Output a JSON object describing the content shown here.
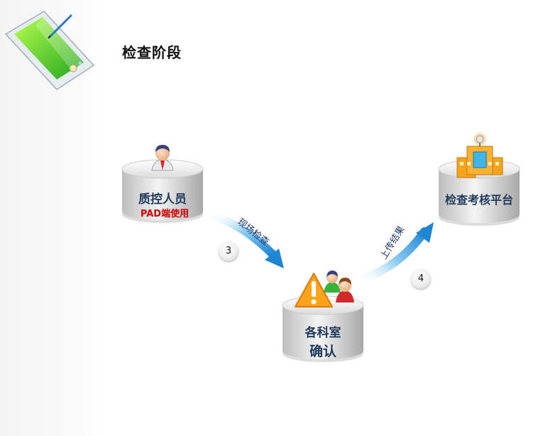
{
  "page": {
    "title": "检查阶段"
  },
  "nodes": {
    "qc_staff": {
      "label": "质控人员",
      "sublabel": "PAD端使用",
      "sublabel_color": "#cc0000"
    },
    "departments": {
      "label": "各科室",
      "sublabel": "确认"
    },
    "platform": {
      "label": "检查考核平台"
    }
  },
  "flows": [
    {
      "label": "现场检查",
      "step": "3"
    },
    {
      "label": "上传结果",
      "step": "4"
    }
  ],
  "colors": {
    "node_text": "#1f3a5c",
    "arrow": "#2a8fd6",
    "flow_text": "#1f3a6e"
  },
  "icons": [
    "tablet-icon",
    "person-icon",
    "warning-icon",
    "people-icon",
    "building-icon"
  ]
}
